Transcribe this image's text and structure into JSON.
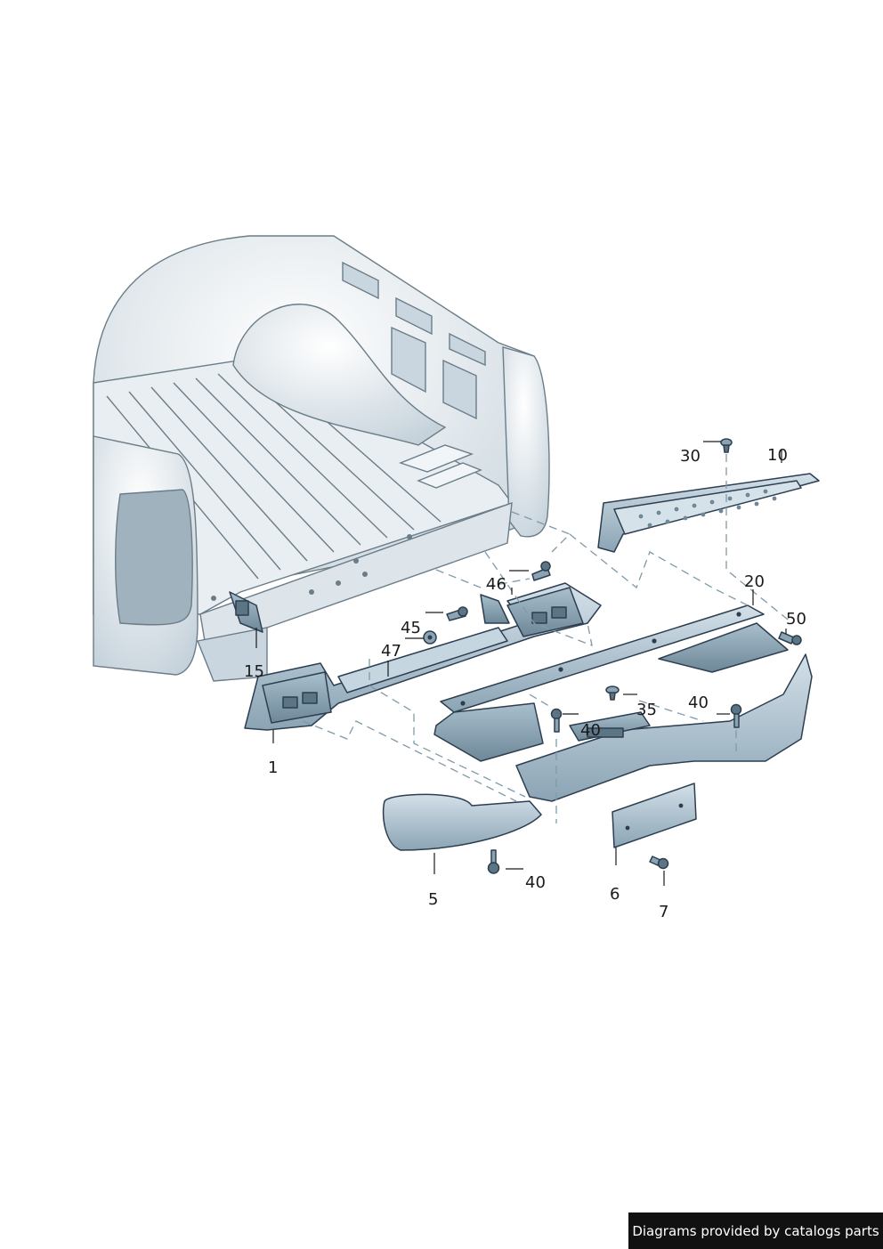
{
  "diagram": {
    "callouts": [
      {
        "id": "1",
        "label": "1"
      },
      {
        "id": "5",
        "label": "5"
      },
      {
        "id": "6",
        "label": "6"
      },
      {
        "id": "7",
        "label": "7"
      },
      {
        "id": "10",
        "label": "10"
      },
      {
        "id": "15",
        "label": "15"
      },
      {
        "id": "20",
        "label": "20"
      },
      {
        "id": "30",
        "label": "30"
      },
      {
        "id": "35",
        "label": "35"
      },
      {
        "id": "40a",
        "label": "40"
      },
      {
        "id": "40b",
        "label": "40"
      },
      {
        "id": "40c",
        "label": "40"
      },
      {
        "id": "45",
        "label": "45"
      },
      {
        "id": "46",
        "label": "46"
      },
      {
        "id": "47",
        "label": "47"
      },
      {
        "id": "50",
        "label": "50"
      }
    ]
  },
  "footer": {
    "credit": "Diagrams provided by catalogs parts"
  },
  "colors": {
    "part_fill": "#b9cbd8",
    "part_dark": "#7d97a8",
    "bed_fill": "#e9eef2",
    "bed_shade": "#c9d6df",
    "credit_bg": "#111111"
  }
}
